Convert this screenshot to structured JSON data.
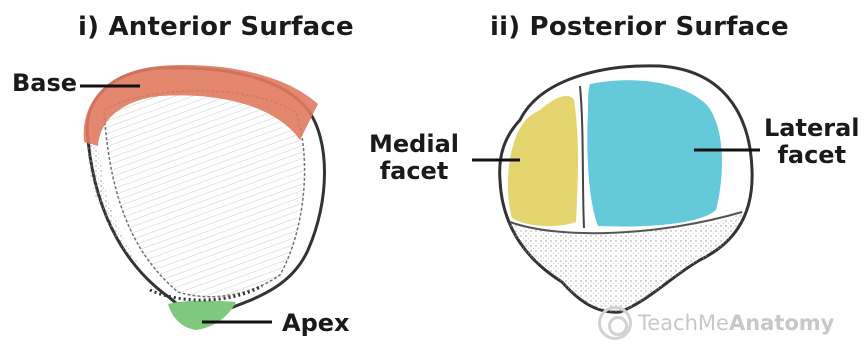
{
  "titles": {
    "anterior": "i) Anterior Surface",
    "posterior": "ii) Posterior Surface"
  },
  "labels": {
    "base": "Base",
    "apex": "Apex",
    "medial_line1": "Medial",
    "medial_line2": "facet",
    "lateral_line1": "Lateral",
    "lateral_line2": "facet"
  },
  "watermark": {
    "prefix": "TeachMe",
    "suffix": "Anatomy"
  },
  "colors": {
    "base_highlight": "#e07a5f",
    "apex_highlight": "#7fc97f",
    "medial_facet": "#e3d163",
    "lateral_facet": "#5cc6d6",
    "bone_outline": "#333333",
    "bone_shading": "#d9d9d9"
  }
}
